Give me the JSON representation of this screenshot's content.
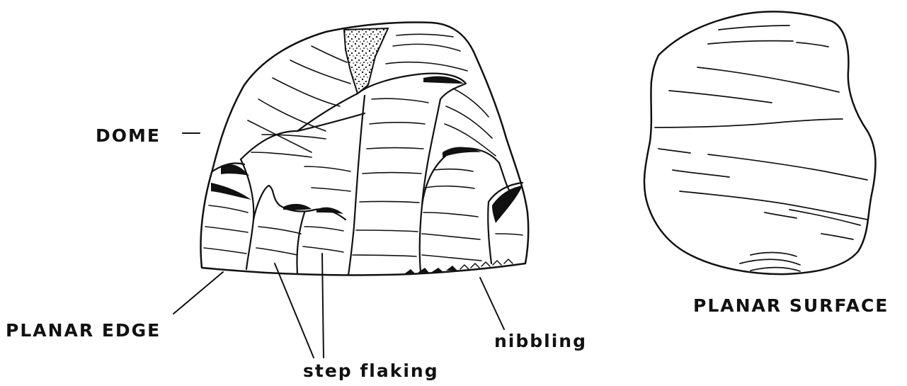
{
  "labels": {
    "dome": "DOME",
    "planar_edge": "PLANAR EDGE",
    "step_flaking": "step flaking",
    "nibbling": "nibbling",
    "planar_surface": "PLANAR SURFACE"
  },
  "colors": {
    "ink": "#111111",
    "paper": "#ffffff"
  }
}
